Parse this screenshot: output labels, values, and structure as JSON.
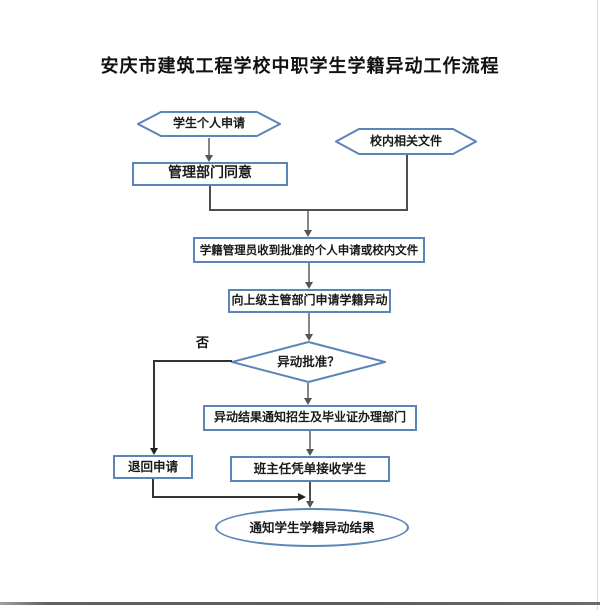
{
  "title": "安庆市建筑工程学校中职学生学籍异动工作流程",
  "nodes": {
    "student_application": {
      "label": "学生个人申请",
      "shape": "hexagon"
    },
    "school_documents": {
      "label": "校内相关文件",
      "shape": "hexagon"
    },
    "management_agree": {
      "label": "管理部门同意",
      "shape": "rectangle"
    },
    "registrar_receive": {
      "label": "学籍管理员收到批准的个人申请或校内文件",
      "shape": "rectangle"
    },
    "apply_superior": {
      "label": "向上级主管部门申请学籍异动",
      "shape": "rectangle"
    },
    "approve_decision": {
      "label": "异动批准？",
      "shape": "diamond"
    },
    "notify_departments": {
      "label": "异动结果通知招生及毕业证办理部门",
      "shape": "rectangle"
    },
    "return_application": {
      "label": "退回申请",
      "shape": "rectangle"
    },
    "teacher_receive": {
      "label": "班主任凭单接收学生",
      "shape": "rectangle"
    },
    "notify_result": {
      "label": "通知学生学籍异动结果",
      "shape": "terminator"
    }
  },
  "edge_labels": {
    "no": "否"
  },
  "colors": {
    "shape_border": "#5b84b8",
    "flow_connector": "#868686",
    "branch_connector": "#333333",
    "text": "#1a1a1a"
  }
}
